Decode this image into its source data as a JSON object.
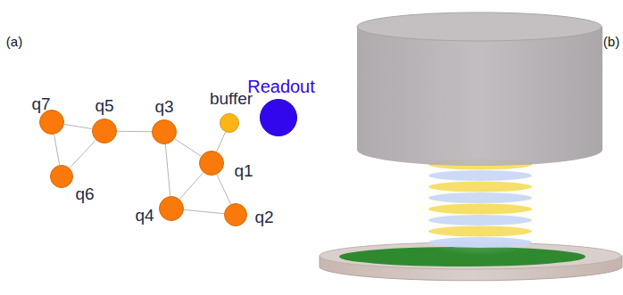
{
  "diagram": {
    "nodes": [
      {
        "text": [
          "q7"
        ]
      },
      {
        "text": [
          "q5"
        ]
      },
      {
        "text": [
          "q6"
        ]
      },
      {
        "text": [
          "q3"
        ]
      },
      {
        "text": [
          "buffer"
        ]
      },
      {
        "text": [
          "Readout"
        ]
      },
      {
        "text": [
          "q1"
        ]
      },
      {
        "text": [
          "q4"
        ]
      },
      {
        "text": [
          "q2"
        ]
      }
    ],
    "edges": [
      {
        "from": 0,
        "to": 1,
        "arrow": "none"
      },
      {
        "from": 0,
        "to": 2,
        "arrow": "none"
      },
      {
        "from": 1,
        "to": 2,
        "arrow": "none"
      },
      {
        "from": 1,
        "to": 3,
        "arrow": "none"
      },
      {
        "from": 3,
        "to": 6,
        "arrow": "none"
      },
      {
        "from": 3,
        "to": 7,
        "arrow": "none"
      },
      {
        "from": 4,
        "to": 6,
        "arrow": "none"
      },
      {
        "from": 6,
        "to": 7,
        "arrow": "none"
      },
      {
        "from": 6,
        "to": 8,
        "arrow": "none"
      },
      {
        "from": 7,
        "to": 8,
        "arrow": "none"
      }
    ],
    "labels": [
      "(a)",
      "(b)"
    ]
  }
}
